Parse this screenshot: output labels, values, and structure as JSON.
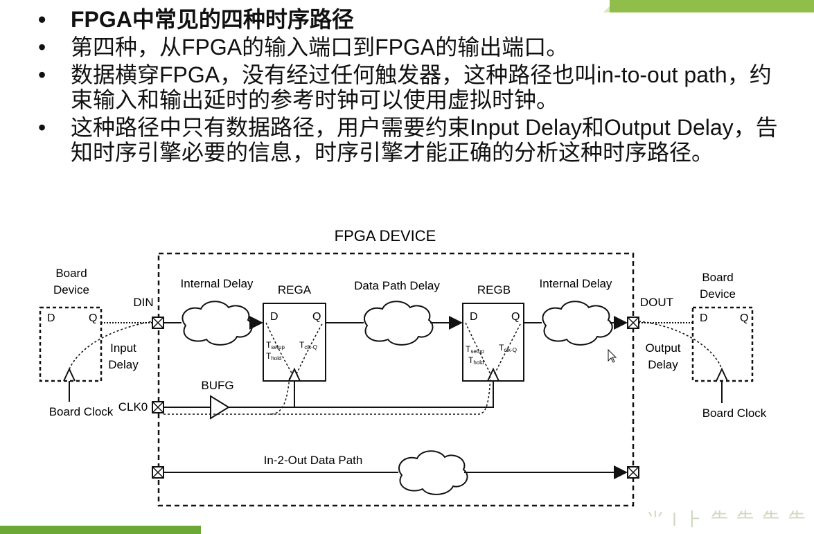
{
  "bullets": [
    "FPGA中常见的四种时序路径",
    "第四种，从FPGA的输入端口到FPGA的输出端口。",
    "数据横穿FPGA，没有经过任何触发器，这种路径也叫in-to-out path，约束输入和输出延时的参考时钟可以使用虚拟时钟。",
    "这种路径中只有数据路径，用户需要约束Input Delay和Output Delay，告知时序引擎必要的信息，时序引擎才能正确的分析这种时序路径。"
  ],
  "bullet_symbol": "•",
  "diagram": {
    "fpga_device": "FPGA DEVICE",
    "board_device_left": [
      "Board",
      "Device"
    ],
    "board_device_right": [
      "Board",
      "Device"
    ],
    "din": "DIN",
    "dout": "DOUT",
    "clk0": "CLK0",
    "bufg": "BUFG",
    "rega": "REGA",
    "regb": "REGB",
    "internal_delay_1": "Internal Delay",
    "internal_delay_2": "Internal Delay",
    "data_path_delay": "Data Path Delay",
    "input_delay": [
      "Input",
      "Delay"
    ],
    "output_delay": [
      "Output",
      "Delay"
    ],
    "board_clock_left": "Board Clock",
    "board_clock_right": "Board Clock",
    "in2out": "In-2-Out Data Path",
    "d": "D",
    "q": "Q",
    "t_setup": "setup",
    "t_hold": "hold",
    "t_clkq": "clk-Q",
    "t": "T"
  }
}
